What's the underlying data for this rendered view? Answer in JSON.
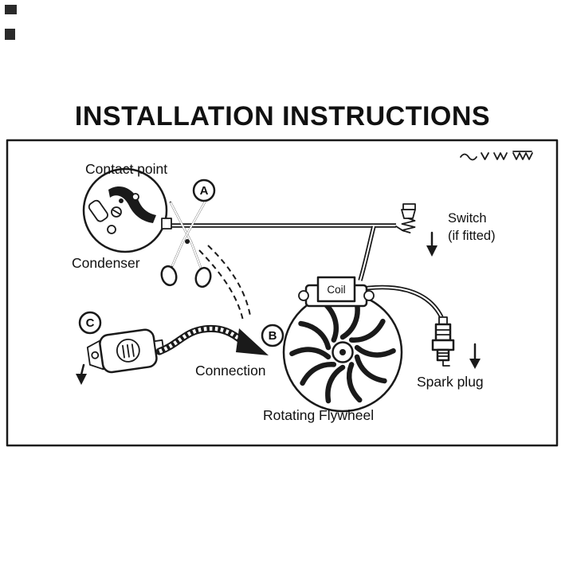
{
  "title": "INSTALLATION INSTRUCTIONS",
  "diagram": {
    "labels": {
      "contact_point": "Contact point",
      "condenser": "Condenser",
      "switch_line1": "Switch",
      "switch_line2": "(if fitted)",
      "coil": "Coil",
      "spark_plug": "Spark plug",
      "connection": "Connection",
      "rotating_flywheel": "Rotating Flywheel"
    },
    "markers": {
      "a": "A",
      "b": "B",
      "c": "C"
    },
    "icons": {
      "scissors": "scissors-icon",
      "wave_marks": "wave-marks-icon",
      "ground_arrows": "down-arrow-icon"
    },
    "colors": {
      "ink": "#1a1a1a",
      "paper": "#ffffff"
    }
  }
}
